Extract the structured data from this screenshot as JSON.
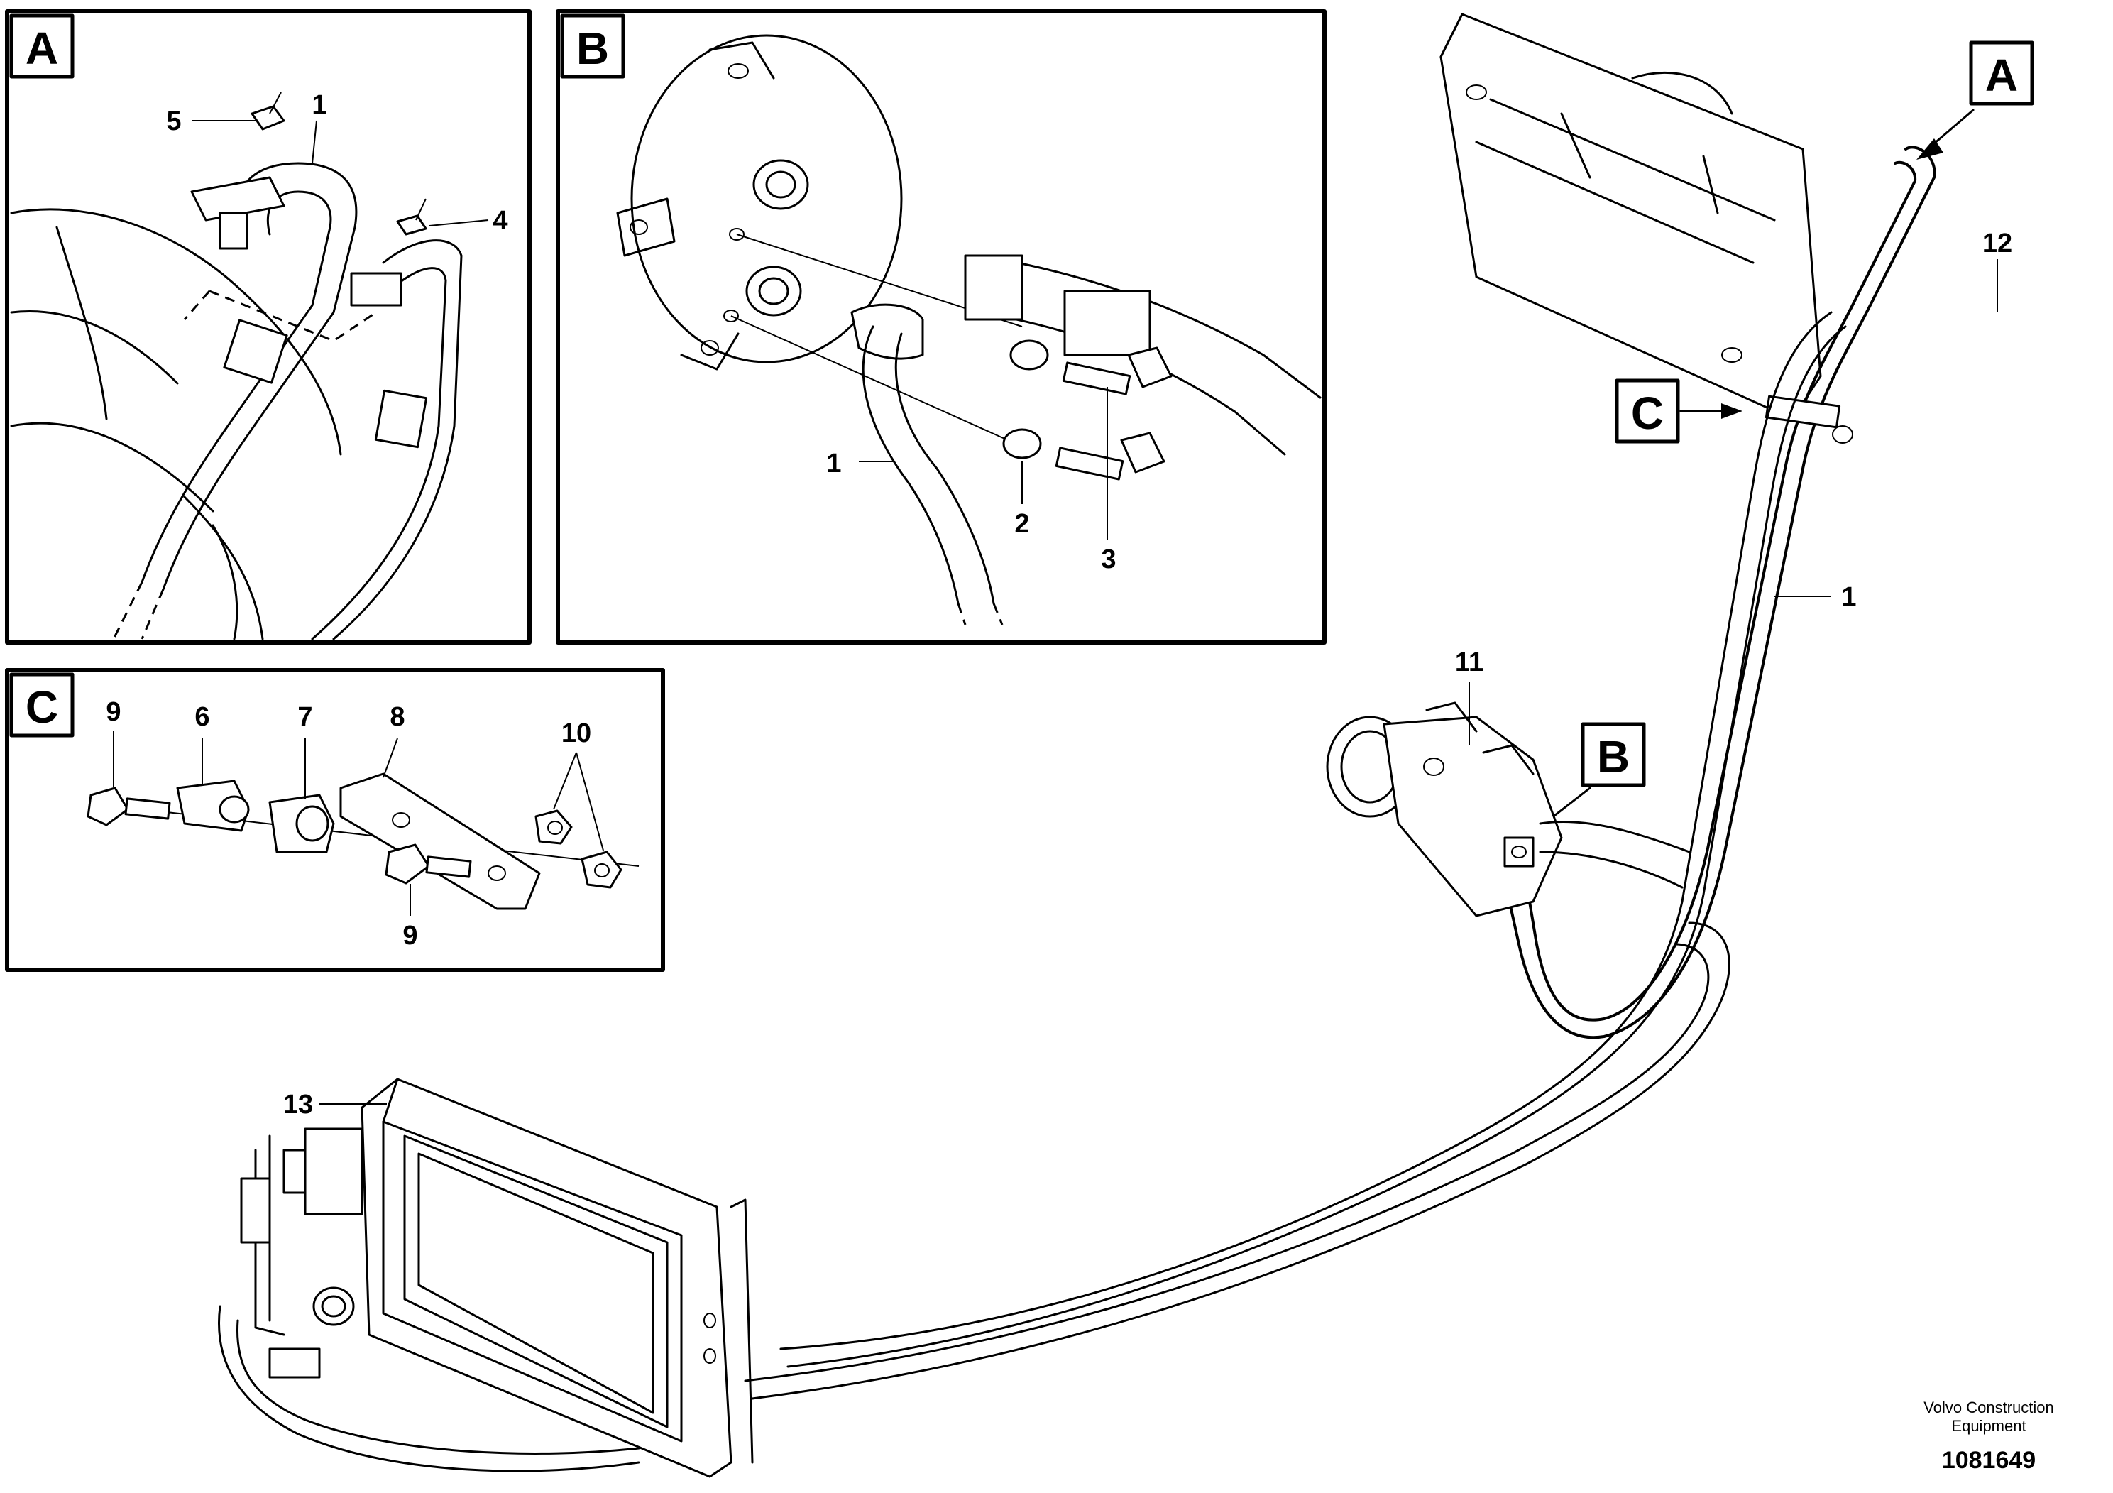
{
  "detail_tags": {
    "a": "A",
    "b": "B",
    "c": "C"
  },
  "callouts": {
    "a_1": "1",
    "a_4": "4",
    "a_5": "5",
    "b_1": "1",
    "b_2": "2",
    "b_3": "3",
    "c_6": "6",
    "c_7": "7",
    "c_8": "8",
    "c_9_top": "9",
    "c_9_bottom": "9",
    "c_10": "10",
    "main_1": "1",
    "main_11": "11",
    "main_12": "12",
    "main_13": "13"
  },
  "footer": {
    "company_line1": "Volvo Construction",
    "company_line2": "Equipment",
    "drawing_number": "1081649"
  }
}
